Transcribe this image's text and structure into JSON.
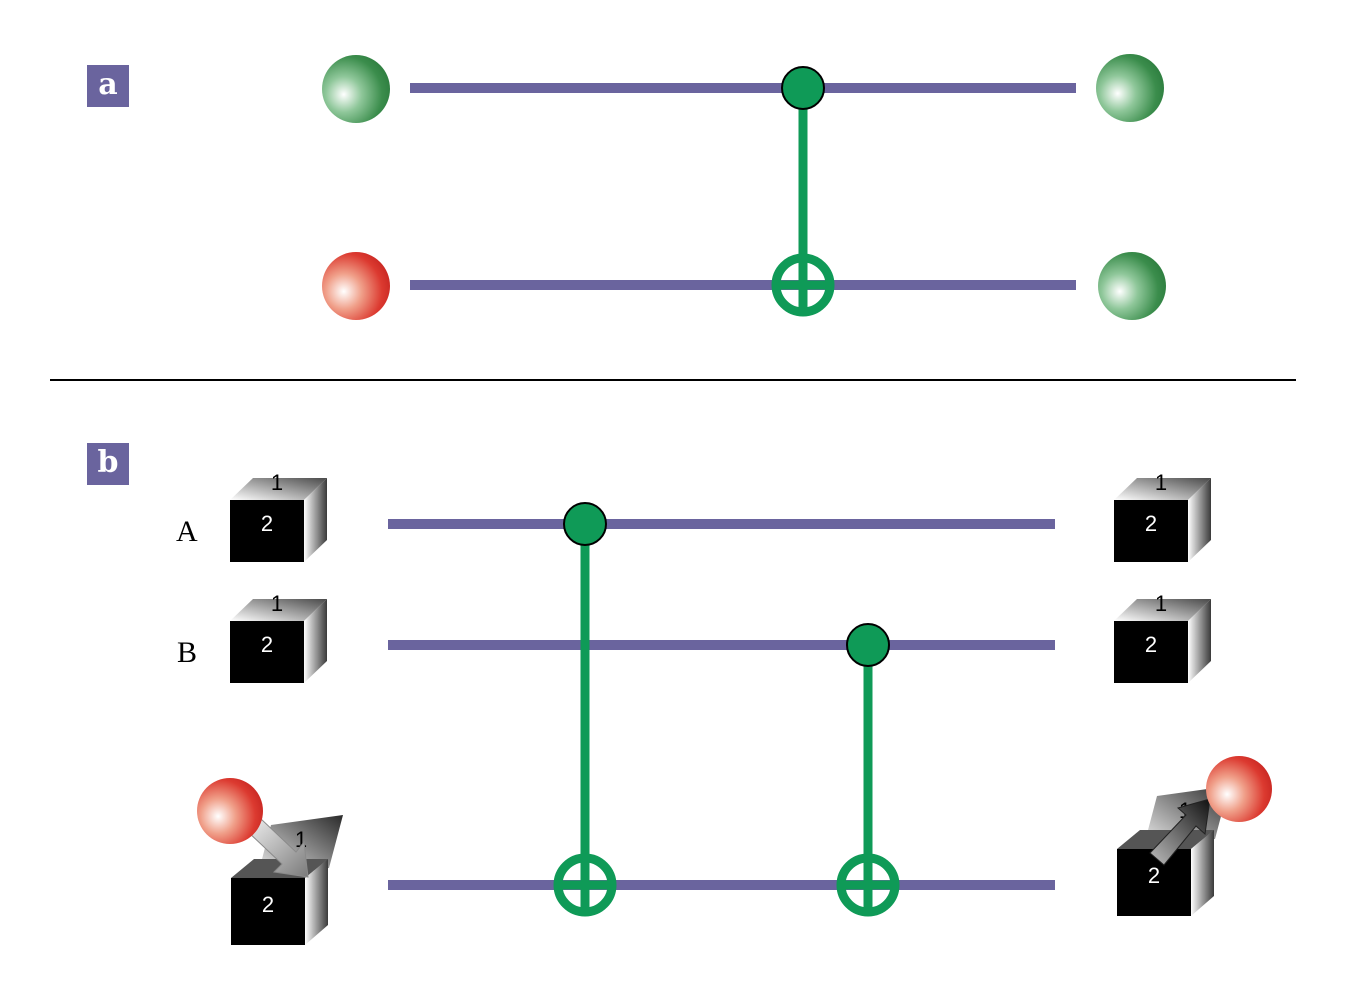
{
  "panels": {
    "a": {
      "tag": "a"
    },
    "b": {
      "tag": "b",
      "row_labels": [
        "A",
        "B"
      ]
    }
  },
  "cube": {
    "front_label": "2",
    "top_label": "1"
  },
  "colors": {
    "wire": "#6a649e",
    "gate": "#0f9a57",
    "green_qubit": "#2f8a44",
    "red_qubit": "#d8322f",
    "tag_bg": "#6a649e"
  },
  "icons": [
    "green-qubit-sphere-icon",
    "red-qubit-sphere-icon",
    "closed-box-icon",
    "open-box-icon",
    "cnot-control-dot-icon",
    "cnot-target-icon"
  ]
}
